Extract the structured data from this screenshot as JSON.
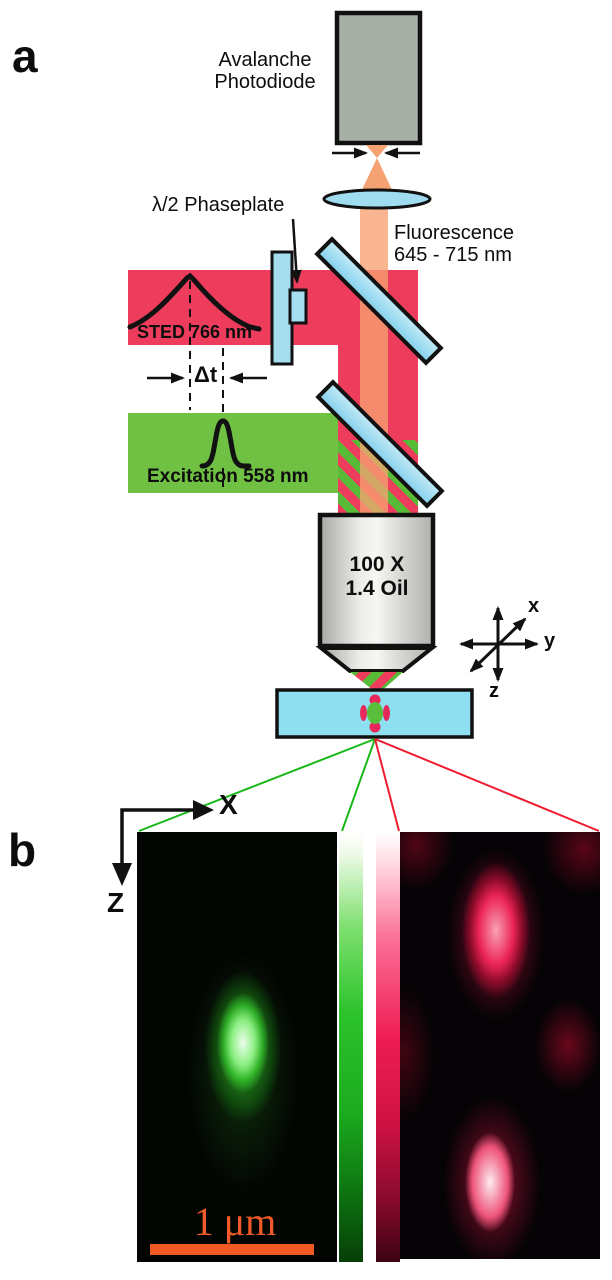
{
  "figure": {
    "panel_a_label": "a",
    "panel_b_label": "b"
  },
  "panel_a": {
    "detector_label": "Avalanche\nPhotodiode",
    "phaseplate_label": "λ/2 Phaseplate",
    "fluorescence_label": "Fluorescence\n645 - 715 nm",
    "sted_label": "STED 766 nm",
    "delay_label": "Δt",
    "excitation_label": "Excitation 558 nm",
    "objective_label": "100 X\n1.4 Oil",
    "axis_x": "x",
    "axis_y": "y",
    "axis_z": "z"
  },
  "panel_b": {
    "axis_x": "X",
    "axis_z": "Z",
    "scale_bar_label": "1 μm"
  },
  "colors": {
    "sted_beam": "#ee3d5c",
    "excitation_beam": "#70c043",
    "fluorescence_beam": "#f4a271",
    "optics_blue": "#a5dcee",
    "sample_blue": "#8edff0",
    "scale_bar_orange": "#ee5522",
    "detector_gray": "#a6b0a6"
  }
}
